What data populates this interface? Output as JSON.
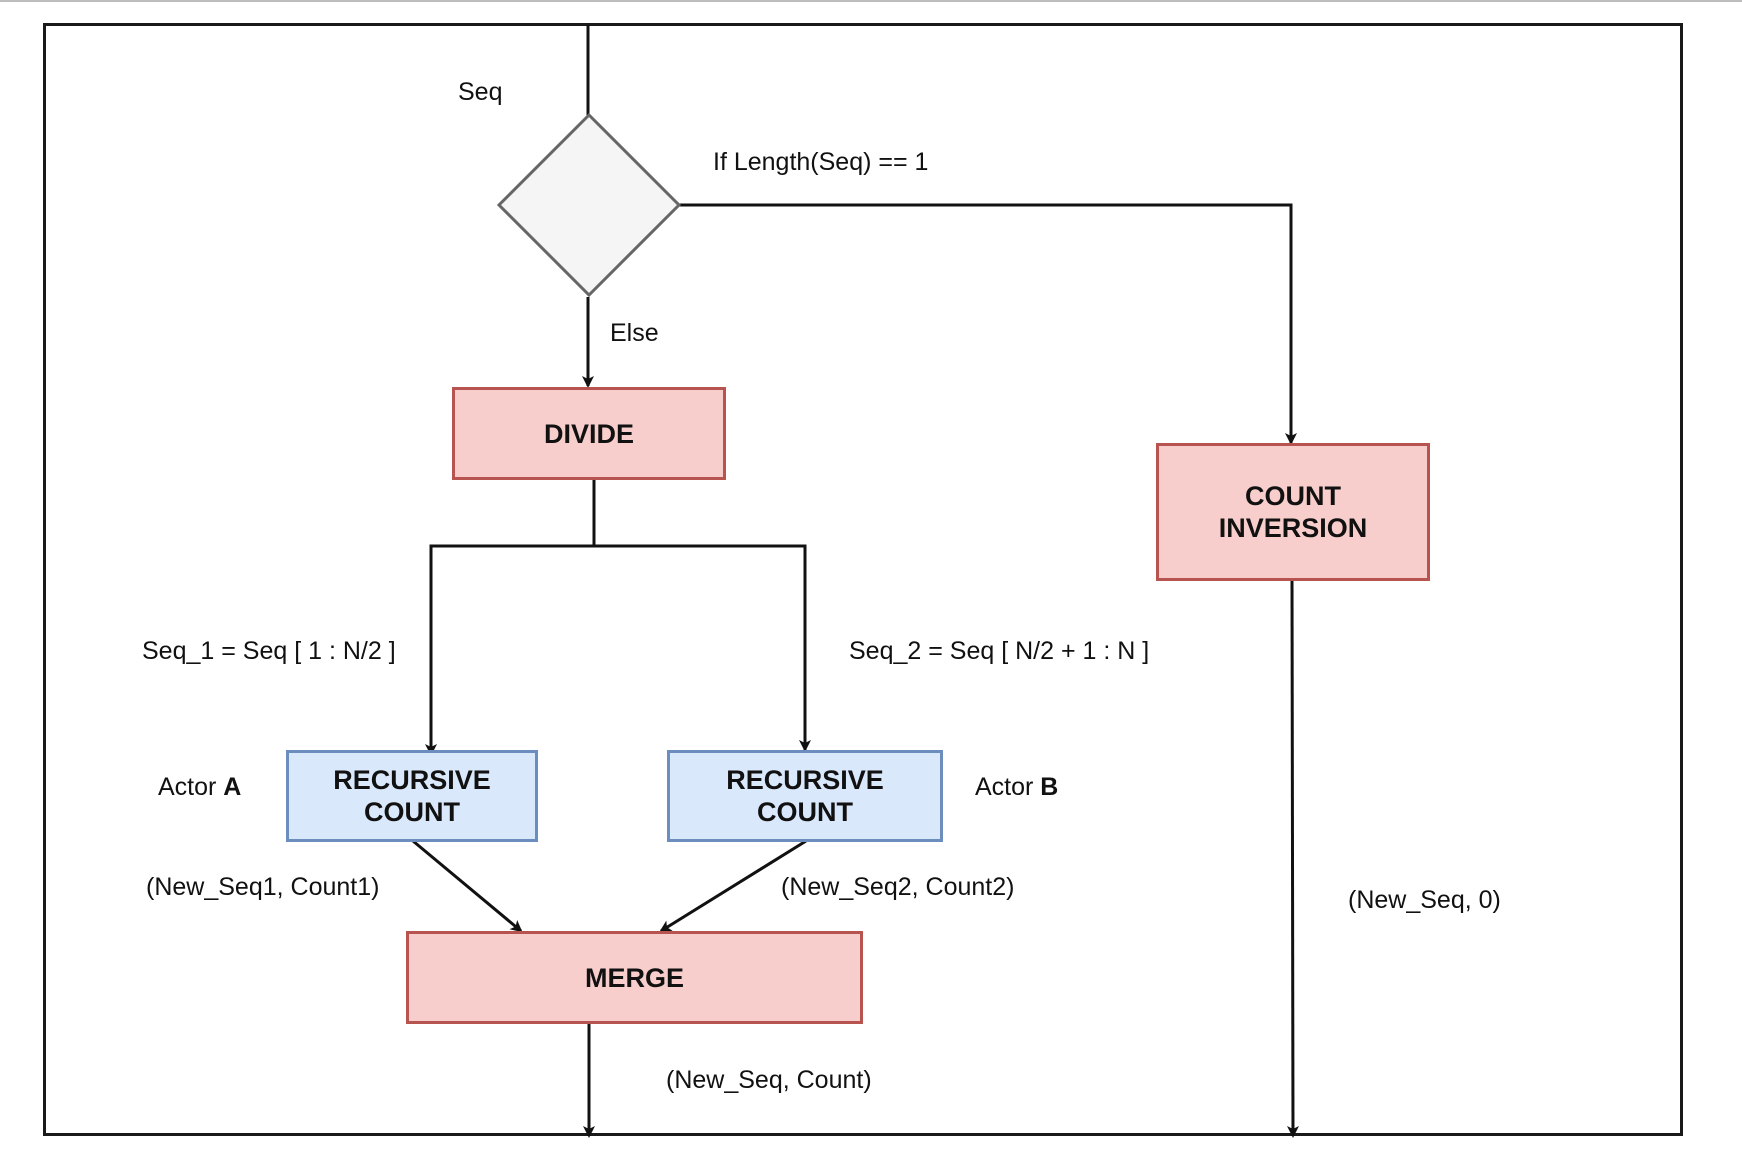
{
  "diagram": {
    "nodes": {
      "divide": "DIVIDE",
      "count_inversion": "COUNT\nINVERSION",
      "recursive_count_a": "RECURSIVE\nCOUNT",
      "recursive_count_b": "RECURSIVE\nCOUNT",
      "merge": "MERGE"
    },
    "labels": {
      "seq": "Seq",
      "condition": "If Length(Seq) == 1",
      "else": "Else",
      "seq_1": "Seq_1 = Seq [ 1 : N/2 ]",
      "seq_2": "Seq_2 = Seq [ N/2 + 1 : N ]",
      "actor_a_prefix": "Actor ",
      "actor_a_name": "A",
      "actor_b_prefix": "Actor ",
      "actor_b_name": "B",
      "output_a": "(New_Seq1, Count1)",
      "output_b": "(New_Seq2, Count2)",
      "base_output": "(New_Seq, 0)",
      "merge_output": "(New_Seq, Count)"
    },
    "colors": {
      "red_fill": "#f8cecc",
      "red_stroke": "#b85450",
      "blue_fill": "#dae8fc",
      "blue_stroke": "#6c8ebf",
      "decision_fill": "#f5f5f5",
      "decision_stroke": "#666666"
    }
  }
}
